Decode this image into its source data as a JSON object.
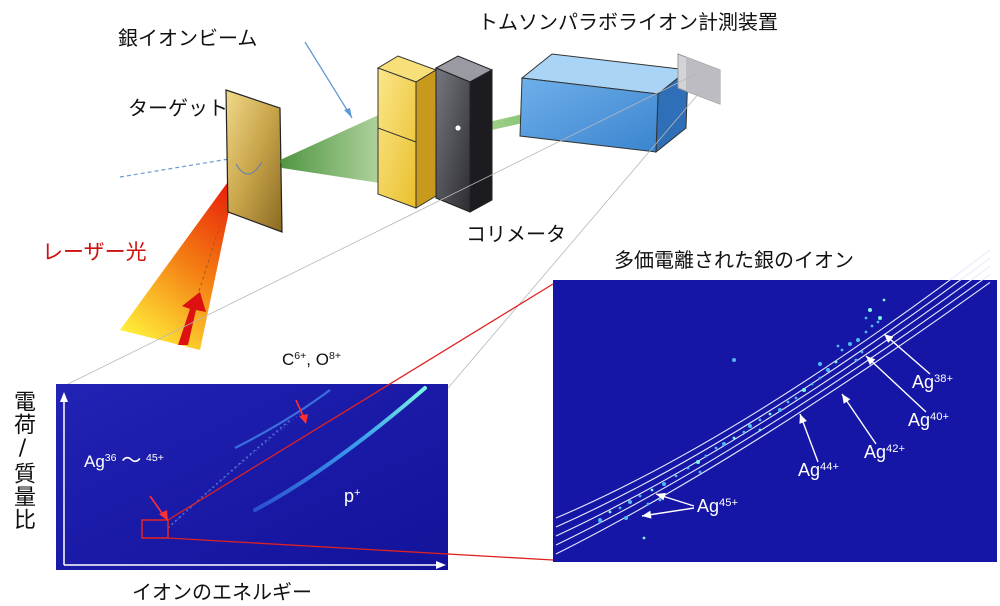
{
  "labels": {
    "ion_beam": "銀イオンビーム",
    "target": "ターゲット",
    "spectrometer": "トムソンパラボライオン計測装置",
    "laser": "レーザー光",
    "collimator": "コリメータ",
    "zoom_title": "多価電離された銀のイオン",
    "y_axis": "電荷/質量比",
    "x_axis": "イオンのエネルギー"
  },
  "spectrum": {
    "c_o_label": {
      "c": "C",
      "c_sup": "6+",
      "sep": ", ",
      "o": "O",
      "o_sup": "8+"
    },
    "ag_range": {
      "base": "Ag",
      "sup1": "36",
      "tilde": "～",
      "sup2": "45+"
    },
    "proton": {
      "base": "p",
      "sup": "+"
    }
  },
  "zoom": {
    "ions": [
      {
        "base": "Ag",
        "sup": "38+"
      },
      {
        "base": "Ag",
        "sup": "40+"
      },
      {
        "base": "Ag",
        "sup": "42+"
      },
      {
        "base": "Ag",
        "sup": "44+"
      },
      {
        "base": "Ag",
        "sup": "45+"
      }
    ]
  },
  "colors": {
    "laser_text": "#cc1111",
    "panel_bg": "#1a1aa8",
    "target_gold": "#c8a44a",
    "collimator_yellow": "#f2d04a",
    "spectrometer_blue": "#4f97de",
    "beam_green": "#9fd08a"
  }
}
